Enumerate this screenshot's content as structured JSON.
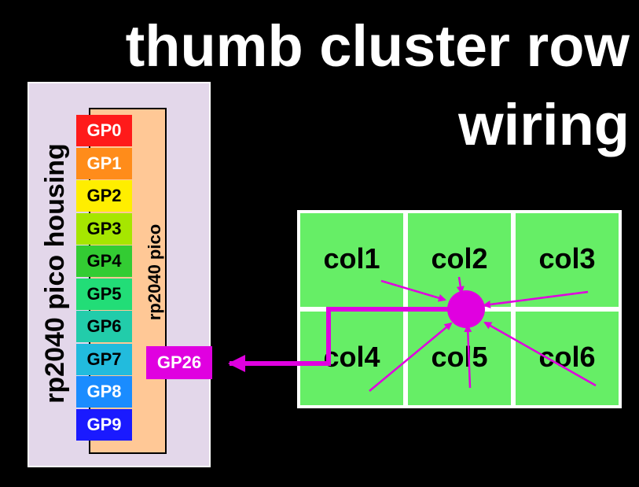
{
  "title": {
    "line1": "thumb cluster row",
    "line2": "wiring"
  },
  "housing": {
    "label": "rp2040 pico housing",
    "color": "#e3d7ea"
  },
  "pico": {
    "label": "rp2040 pico",
    "color": "#ffc896"
  },
  "pins": [
    {
      "label": "GP0",
      "color": "#ff1a1a",
      "text": "light"
    },
    {
      "label": "GP1",
      "color": "#ff8c1a",
      "text": "light"
    },
    {
      "label": "GP2",
      "color": "#ffee00",
      "text": "dark"
    },
    {
      "label": "GP3",
      "color": "#a6e600",
      "text": "dark"
    },
    {
      "label": "GP4",
      "color": "#33cc33",
      "text": "dark"
    },
    {
      "label": "GP5",
      "color": "#22dd77",
      "text": "dark"
    },
    {
      "label": "GP6",
      "color": "#22ccaa",
      "text": "dark"
    },
    {
      "label": "GP7",
      "color": "#22bbdd",
      "text": "dark"
    },
    {
      "label": "GP8",
      "color": "#1a8cff",
      "text": "light"
    },
    {
      "label": "GP9",
      "color": "#1a1aff",
      "text": "light"
    }
  ],
  "row_pin": {
    "label": "GP26",
    "color": "#e000e0"
  },
  "keys": [
    "col1",
    "col2",
    "col3",
    "col4",
    "col5",
    "col6"
  ],
  "colors": {
    "key": "#66ee66",
    "wire": "#e000e0",
    "background": "#000000"
  }
}
